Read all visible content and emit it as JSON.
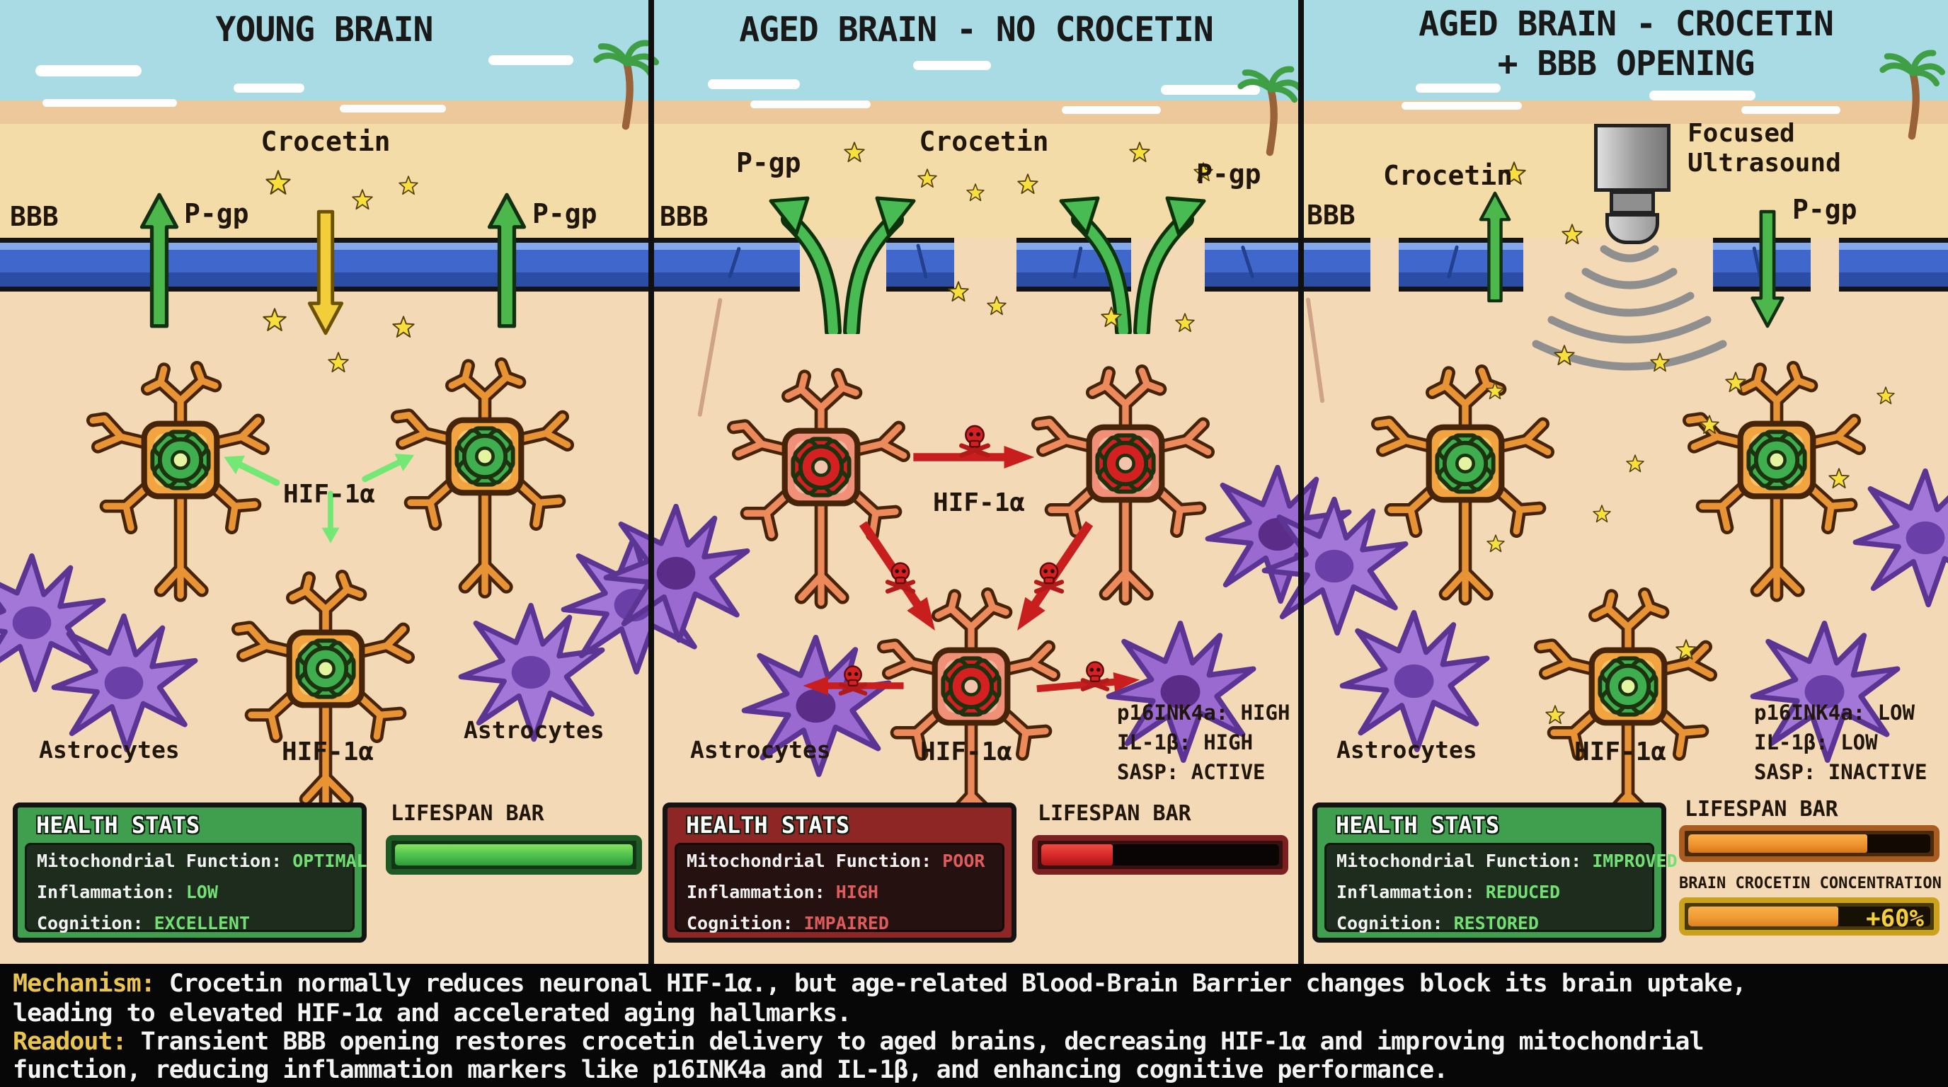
{
  "colors": {
    "sky": "#a9dbe4",
    "sand": "#f4dca8",
    "brain_tissue": "#f4d9b6",
    "bbb_blue": "#4068cc",
    "pgp_arrow_green": "#49bb53",
    "crocetin_yellow": "#f8e03c",
    "healthy_gear_green": "#3fae4e",
    "stressed_gear_red": "#d42020",
    "astrocyte_purple": "#a277d8",
    "health_green": "#3f9f4f",
    "health_red": "#8f2626",
    "lifespan_green": "#4cc04c",
    "lifespan_red": "#d42828",
    "lifespan_orange": "#ef9330",
    "footer_label_yellow": "#e9c44f"
  },
  "panels": [
    {
      "id": "young-brain",
      "title": "YOUNG BRAIN",
      "labels": {
        "bbb": "BBB",
        "crocetin": "Crocetin",
        "pgp_left": "P-gp",
        "pgp_right": "P-gp",
        "hif_mid": "HIF-1α",
        "hif_bottom": "HIF-1α",
        "astrocytes_left": "Astrocytes",
        "astrocytes_right": "Astrocytes"
      },
      "health": {
        "title": "HEALTH STATS",
        "rows": [
          {
            "label": "Mitochondrial Function:",
            "value": "OPTIMAL"
          },
          {
            "label": "Inflammation:",
            "value": "LOW"
          },
          {
            "label": "Cognition:",
            "value": "EXCELLENT"
          }
        ]
      },
      "lifespan": {
        "label": "LIFESPAN BAR",
        "percent": 100
      }
    },
    {
      "id": "aged-brain-no-crocetin",
      "title": "AGED BRAIN - NO CROCETIN",
      "labels": {
        "bbb": "BBB",
        "crocetin": "Crocetin",
        "pgp_left": "P-gp",
        "pgp_right": "P-gp",
        "hif_mid": "HIF-1α",
        "hif_bottom": "HIF-1α",
        "astrocytes_left": "Astrocytes"
      },
      "markers": [
        "p16INK4a: HIGH",
        "IL-1β: HIGH",
        "SASP: ACTIVE"
      ],
      "health": {
        "title": "HEALTH STATS",
        "rows": [
          {
            "label": "Mitochondrial Function:",
            "value": "POOR"
          },
          {
            "label": "Inflammation:",
            "value": "HIGH"
          },
          {
            "label": "Cognition:",
            "value": "IMPAIRED"
          }
        ]
      },
      "lifespan": {
        "label": "LIFESPAN BAR",
        "percent": 30
      }
    },
    {
      "id": "aged-brain-crocetin-bbb-opening",
      "title": "AGED BRAIN - CROCETIN",
      "title_line2": "+ BBB OPENING",
      "labels": {
        "bbb": "BBB",
        "crocetin": "Crocetin",
        "pgp_right": "P-gp",
        "hif_bottom": "HIF-1α",
        "astrocytes_left": "Astrocytes",
        "focused_1": "Focused",
        "focused_2": "Ultrasound"
      },
      "markers": [
        "p16INK4a: LOW",
        "IL-1β: LOW",
        "SASP: INACTIVE"
      ],
      "health": {
        "title": "HEALTH STATS",
        "rows": [
          {
            "label": "Mitochondrial Function:",
            "value": "IMPROVED"
          },
          {
            "label": "Inflammation:",
            "value": "REDUCED"
          },
          {
            "label": "Cognition:",
            "value": "RESTORED"
          }
        ]
      },
      "lifespan": {
        "label": "LIFESPAN BAR",
        "percent": 74
      },
      "crocetin_bar": {
        "label": "BRAIN CROCETIN CONCENTRATION",
        "percent": 62,
        "value": "+60%"
      }
    }
  ],
  "footer": {
    "lines": [
      {
        "label": "Mechanism:",
        "text": " Crocetin normally reduces neuronal HIF-1α., but age-related Blood-Brain Barrier changes block its brain uptake,"
      },
      {
        "label": "",
        "text": "leading to elevated HIF-1α and accelerated aging hallmarks."
      },
      {
        "label": "Readout:",
        "text": " Transient BBB opening restores crocetin delivery to aged brains, decreasing HIF-1α and improving mitochondrial"
      },
      {
        "label": "",
        "text": "function, reducing inflammation markers like p16INK4a and IL-1β, and enhancing cognitive performance."
      }
    ]
  }
}
